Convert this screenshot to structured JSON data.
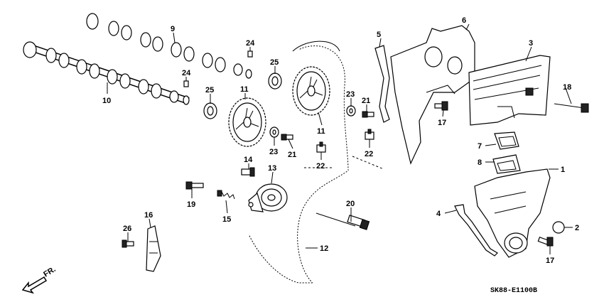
{
  "diagram": {
    "code": "SK88-E1100B",
    "direction_label": "FR.",
    "callouts": {
      "c1": "1",
      "c2": "2",
      "c3": "3",
      "c4": "4",
      "c5": "5",
      "c6": "6",
      "c7": "7",
      "c8": "8",
      "c9": "9",
      "c10": "10",
      "c11a": "11",
      "c11b": "11",
      "c12": "12",
      "c13": "13",
      "c14": "14",
      "c15": "15",
      "c16": "16",
      "c17a": "17",
      "c17b": "17",
      "c18": "18",
      "c19": "19",
      "c20": "20",
      "c21a": "21",
      "c21b": "21",
      "c22a": "22",
      "c22b": "22",
      "c23a": "23",
      "c23b": "23",
      "c24a": "24",
      "c24b": "24",
      "c25a": "25",
      "c25b": "25",
      "c26": "26"
    }
  }
}
